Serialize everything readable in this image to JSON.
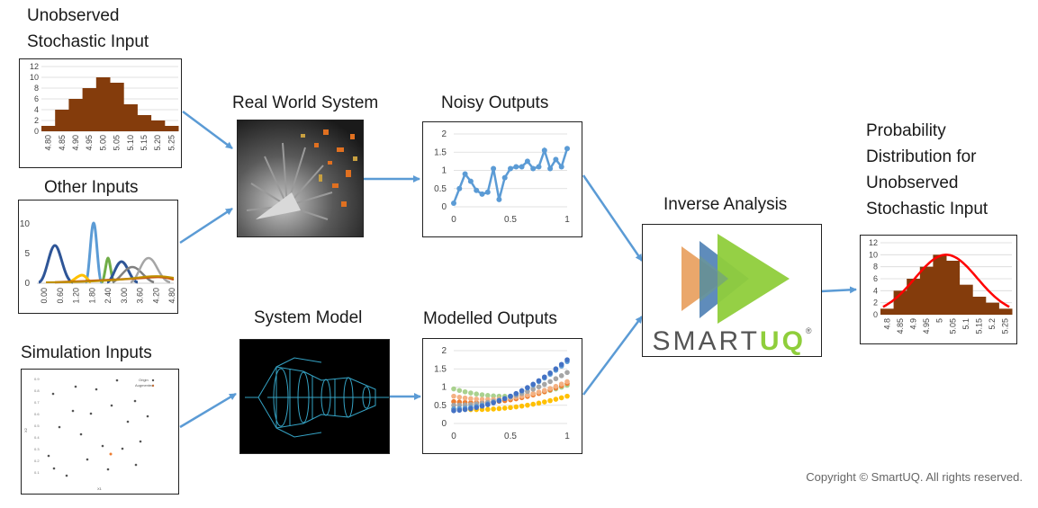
{
  "labels": {
    "unobserved_line1": "Unobserved",
    "unobserved_line2": "Stochastic Input",
    "other_inputs": "Other Inputs",
    "simulation_inputs": "Simulation Inputs",
    "real_world": "Real World System",
    "system_model": "System Model",
    "noisy_outputs": "Noisy Outputs",
    "modelled_outputs": "Modelled Outputs",
    "inverse_analysis": "Inverse Analysis",
    "result_line1": "Probability",
    "result_line2": "Distribution for",
    "result_line3": "Unobserved",
    "result_line4": "Stochastic Input"
  },
  "logo": {
    "text_plain": "SMART",
    "text_bold": "UQ",
    "mark": "®"
  },
  "copyright": "Copyright © SmartUQ.  All rights reserved.",
  "colors": {
    "hist": "#843c0c",
    "line_blue": "#5b9bd5",
    "fit_red": "#ff0000",
    "arrow": "#5b9bd5"
  },
  "chart_data": [
    {
      "id": "unobserved_histogram",
      "type": "bar",
      "categories": [
        "4.80",
        "4.85",
        "4.90",
        "4.95",
        "5.00",
        "5.05",
        "5.10",
        "5.15",
        "5.20",
        "5.25"
      ],
      "values": [
        1,
        4,
        6,
        8,
        10,
        9,
        5,
        3,
        2,
        1
      ],
      "yticks": [
        "0",
        "2",
        "4",
        "6",
        "8",
        "10",
        "12"
      ],
      "ylim": [
        0,
        12
      ]
    },
    {
      "id": "other_inputs",
      "type": "line",
      "xticks": [
        "0.00",
        "0.60",
        "1.20",
        "1.80",
        "2.40",
        "3.00",
        "3.60",
        "4.20",
        "4.80"
      ],
      "yticks": [
        "0",
        "5",
        "10"
      ],
      "ylim": [
        0,
        11
      ]
    },
    {
      "id": "simulation_inputs",
      "type": "scatter",
      "legend": [
        "Origin",
        "Augmented"
      ],
      "xlabel": "X1",
      "ylabel": "X2"
    },
    {
      "id": "noisy_outputs",
      "type": "line",
      "xticks": [
        "0",
        "0.5",
        "1"
      ],
      "yticks": [
        "0",
        "0.5",
        "1",
        "1.5",
        "2"
      ],
      "ylim": [
        0,
        2
      ],
      "series": [
        {
          "x": [
            0,
            0.05,
            0.1,
            0.15,
            0.2,
            0.25,
            0.3,
            0.35,
            0.4,
            0.45,
            0.5,
            0.55,
            0.6,
            0.65,
            0.7,
            0.75,
            0.8,
            0.85,
            0.9,
            0.95,
            1
          ],
          "values": [
            0.1,
            0.5,
            0.9,
            0.7,
            0.45,
            0.35,
            0.4,
            1.05,
            0.2,
            0.8,
            1.05,
            1.1,
            1.1,
            1.25,
            1.05,
            1.1,
            1.55,
            1.05,
            1.3,
            1.1,
            1.6
          ]
        }
      ]
    },
    {
      "id": "modelled_outputs",
      "type": "scatter",
      "xticks": [
        "0",
        "0.5",
        "1"
      ],
      "yticks": [
        "0",
        "0.5",
        "1",
        "1.5",
        "2"
      ],
      "ylim": [
        0,
        2
      ]
    },
    {
      "id": "result_histogram",
      "type": "bar",
      "categories": [
        "4.8",
        "4.85",
        "4.9",
        "4.95",
        "5",
        "5.05",
        "5.1",
        "5.15",
        "5.2",
        "5.25"
      ],
      "values": [
        1,
        4,
        6,
        8,
        10,
        9,
        5,
        3,
        2,
        1
      ],
      "yticks": [
        "0",
        "2",
        "4",
        "6",
        "8",
        "10",
        "12"
      ],
      "ylim": [
        0,
        12
      ]
    }
  ]
}
